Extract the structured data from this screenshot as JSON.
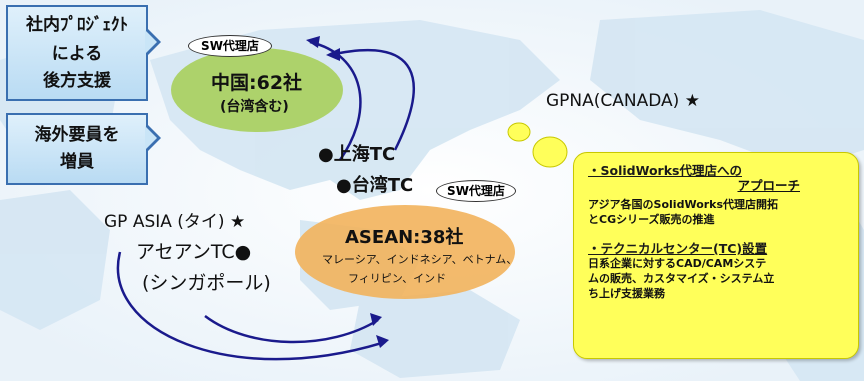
{
  "support_box": {
    "lines": [
      "社内ﾌﾟﾛｼﾞｪｸﾄ",
      "による",
      "後方支援"
    ]
  },
  "staff_box": {
    "lines": [
      "海外要員を",
      "増員"
    ]
  },
  "china": {
    "tag": "SW代理店",
    "title": "中国:62社",
    "subtitle": "(台湾含む)"
  },
  "asean": {
    "tag": "SW代理店",
    "title": "ASEAN:38社",
    "countries_1": "マレーシア、インドネシア、ベトナム、",
    "countries_2": "フィリピン、インド"
  },
  "shanghai_tc": "●上海TC",
  "taiwan_tc": "●台湾TC",
  "gp_asia": "GP ASIA (タイ) ★",
  "asean_tc": "アセアンTC●",
  "singapore": "(シンガポール)",
  "gpna": "GPNA(CANADA) ★",
  "info": {
    "h1": "・SolidWorks代理店への",
    "h1b": "アプローチ",
    "b1a": "アジア各国のSolidWorks代理店開拓",
    "b1b": "とCGシリーズ販売の推進",
    "h2": "・テクニカルセンター(TC)設置",
    "b2a": "日系企業に対するCAD/CAMシステ",
    "b2b": "ムの販売、カスタマイズ・システム立",
    "b2c": "ち上げ支援業務"
  },
  "colors": {
    "china_ellipse": "#a9cf5c",
    "asean_ellipse": "#f2b35c",
    "arrow": "#1a1a8c",
    "callout_border": "#3a6fb0",
    "info_box": "#ffff5a",
    "map_land": "#dceaf4"
  }
}
